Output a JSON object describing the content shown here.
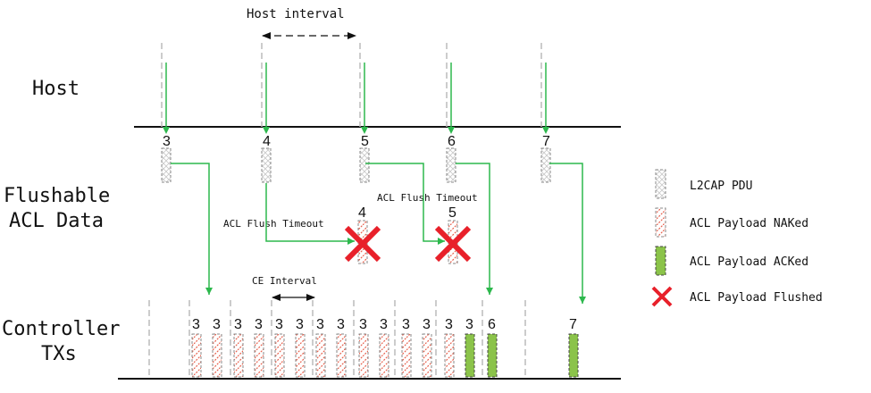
{
  "labels": {
    "host": "Host",
    "flushable_line1": "Flushable",
    "flushable_line2": "ACL Data",
    "controller_line1": "Controller",
    "controller_line2": "TXs",
    "host_interval": "Host interval",
    "ce_interval": "CE Interval",
    "acl_flush_timeout": "ACL Flush Timeout"
  },
  "host_pdus": [
    "3",
    "4",
    "5",
    "6",
    "7"
  ],
  "flushed": [
    "4",
    "5"
  ],
  "controller_tx": [
    "3",
    "3",
    "3",
    "3",
    "3",
    "3",
    "3",
    "3",
    "3",
    "3",
    "3",
    "3",
    "3",
    "3",
    "6",
    "7"
  ],
  "legend": {
    "l2cap_pdu": "L2CAP PDU",
    "naked": "ACL Payload NAKed",
    "acked": "ACL Payload ACKed",
    "flushed": "ACL Payload Flushed"
  },
  "colors": {
    "green": "#2db84d",
    "ack_fill": "#8bc34a",
    "nak_hatch": "#e8604c",
    "flush_x": "#e8202a"
  }
}
